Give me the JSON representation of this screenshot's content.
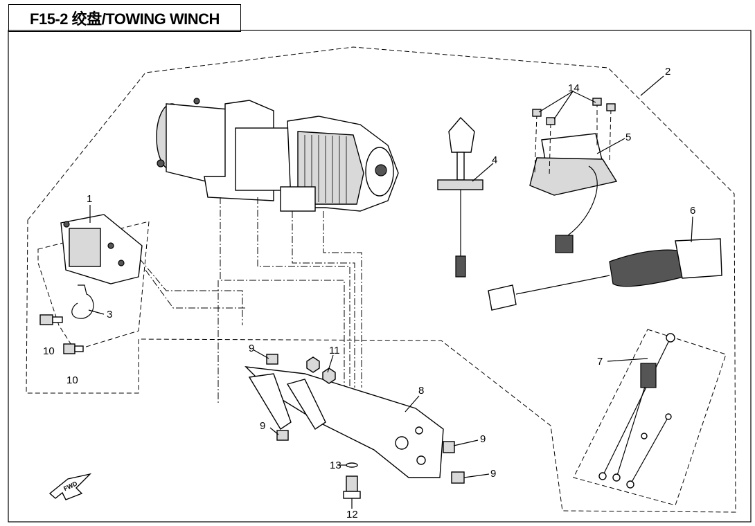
{
  "title": "F15-2 绞盘/TOWING WINCH",
  "fwd_label": "FWD",
  "callouts": {
    "c1": "1",
    "c2": "2",
    "c3": "3",
    "c4": "4",
    "c5": "5",
    "c6": "6",
    "c7": "7",
    "c8": "8",
    "c9a": "9",
    "c9b": "9",
    "c9c": "9",
    "c9d": "9",
    "c10a": "10",
    "c10b": "10",
    "c11": "11",
    "c12": "12",
    "c13": "13",
    "c14": "14"
  }
}
